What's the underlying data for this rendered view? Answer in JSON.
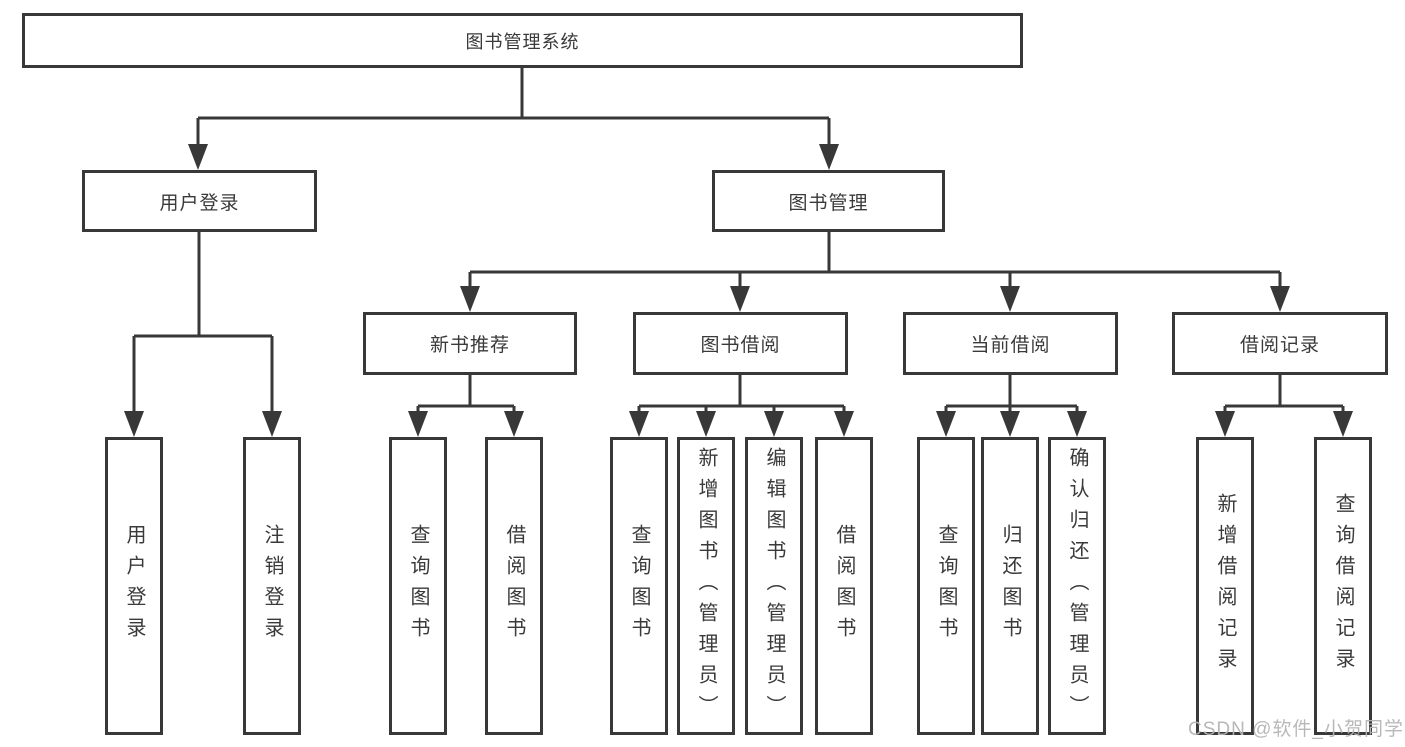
{
  "diagram": {
    "root_label": "图书管理系统",
    "level2": {
      "user_login": "用户登录",
      "book_mgmt": "图书管理"
    },
    "level3": {
      "new_books": "新书推荐",
      "book_borrow": "图书借阅",
      "current_borrow": "当前借阅",
      "borrow_records": "借阅记录"
    },
    "leaves": {
      "user_login": [
        "用户登录",
        "注销登录"
      ],
      "new_books": [
        "查询图书",
        "借阅图书"
      ],
      "book_borrow": [
        "查询图书",
        "新增图书（管理员）",
        "编辑图书（管理员）",
        "借阅图书"
      ],
      "current_borrow": [
        "查询图书",
        "归还图书",
        "确认归还（管理员）"
      ],
      "borrow_records": [
        "新增借阅记录",
        "查询借阅记录"
      ]
    }
  },
  "watermark": {
    "text": "CSDN @软件_小贺同学"
  },
  "colors": {
    "line": "#383838",
    "text": "#3a3a3a",
    "background": "#ffffff",
    "watermark": "#b5b5b5"
  }
}
